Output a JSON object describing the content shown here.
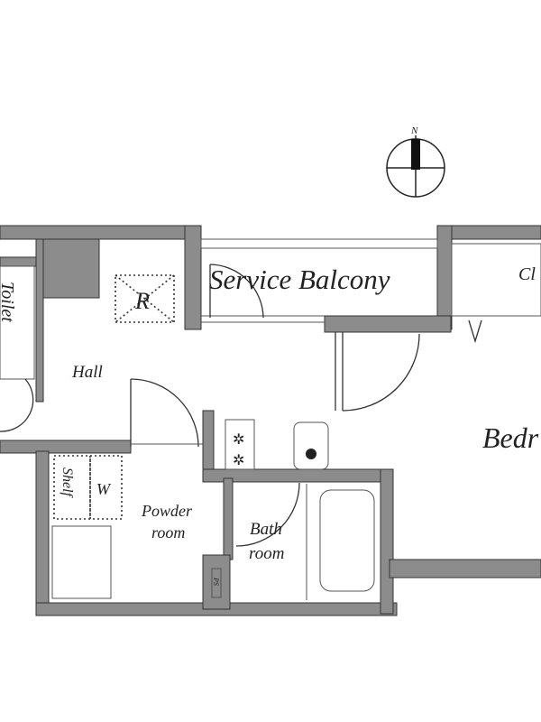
{
  "plan": {
    "compass_label": "N",
    "rooms": {
      "service_balcony": "Service Balcony",
      "closet": "Cl",
      "toilet": "Toilet",
      "refrigerator": "R",
      "hall": "Hall",
      "bedroom": "Bedr",
      "shelf": "Shelf",
      "washer": "W",
      "powder_room_1": "Powder",
      "powder_room_2": "room",
      "bath_room_1": "Bath",
      "bath_room_2": "room",
      "pipe_space": "PS"
    }
  }
}
